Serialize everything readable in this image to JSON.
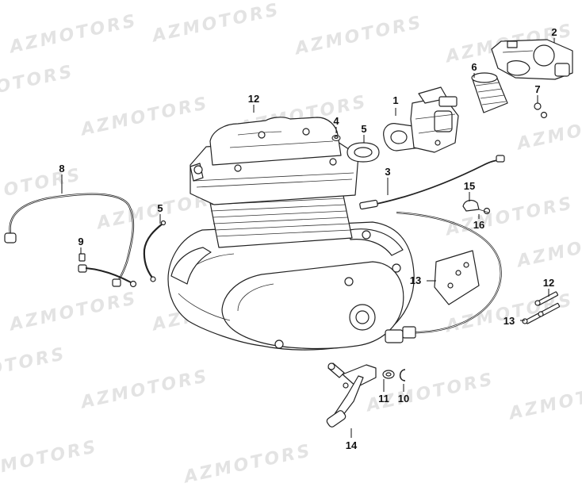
{
  "watermark": "AZMOTORS",
  "callouts": {
    "c1": "1",
    "c2": "2",
    "c3": "3",
    "c4": "4",
    "c5a": "5",
    "c5b": "5",
    "c6": "6",
    "c7": "7",
    "c8": "8",
    "c9": "9",
    "c10": "10",
    "c11": "11",
    "c12a": "12",
    "c12b": "12",
    "c13a": "13",
    "c13b": "13",
    "c14": "14",
    "c15": "15",
    "c16": "16"
  }
}
